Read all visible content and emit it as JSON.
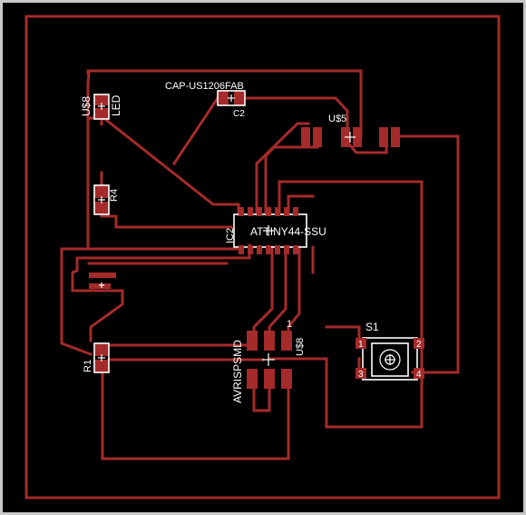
{
  "board": {
    "border_color": "#a52a2a",
    "background_color": "#000000",
    "frame_color": "#c8c8c8"
  },
  "labels": {
    "cap_part": "CAP-US1206FAB",
    "c2": "C2",
    "us8_top": "U$8",
    "led": "LED",
    "r4": "R4",
    "u5": "U$5",
    "ic2": "IC2",
    "attiny": "ATTINY44-SSU",
    "r1": "R1",
    "avrispsmd": "AVRISPSMD",
    "us8_bottom": "U$8",
    "one": "1",
    "s1": "S1",
    "pin1": "1",
    "pin2": "2",
    "pin3": "3",
    "pin4": "4"
  }
}
